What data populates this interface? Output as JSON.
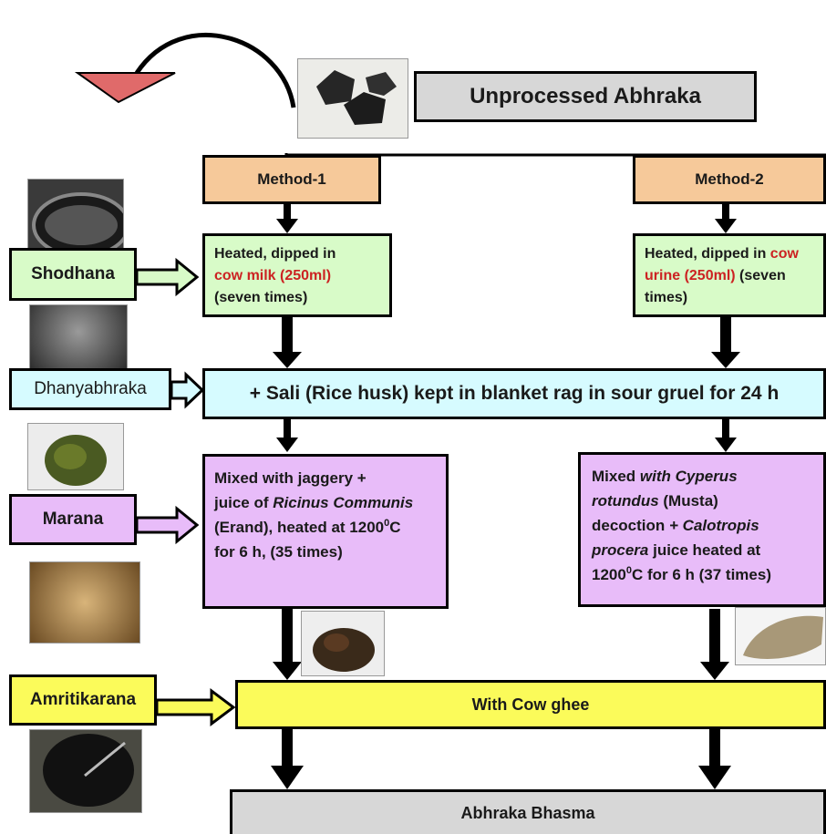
{
  "title": "Unprocessed Abhraka",
  "methods": {
    "m1": "Method-1",
    "m2": "Method-2"
  },
  "stages": {
    "shodhana": "Shodhana",
    "dhanyabhraka": "Dhanyabhraka",
    "marana": "Marana",
    "amritikarana": "Amritikarana"
  },
  "shodhana_m1": {
    "part1": "Heated, dipped in",
    "part2": "cow milk  (250ml)",
    "part3": "(seven times)"
  },
  "shodhana_m2": {
    "part1": "Heated, dipped in ",
    "part2": "cow",
    "part3": "urine (250ml)",
    "part4": " (seven",
    "part5": "times)"
  },
  "dhanyabhraka_step": "+ Sali (Rice husk) kept in blanket rag in sour gruel for 24 h",
  "marana_m1": {
    "l1": "Mixed with  jaggery +",
    "l2a": "juice of ",
    "l2b": "Ricinus Communis",
    "l3a": "(Erand), heated at 1200",
    "l3sup": "0",
    "l3b": "C",
    "l4": "for 6 h, (35 times)"
  },
  "marana_m2": {
    "l1a": "Mixed ",
    "l1b": "with Cyperus",
    "l2a": "rotundus",
    "l2b": " (Musta)",
    "l3a": "decoction ",
    "l3b": "+ Calotropis",
    "l4a": "procera",
    "l4b": " juice heated at",
    "l5a": "1200",
    "l5sup": "0",
    "l5b": "C for 6 h (37 times)"
  },
  "amritikarana_step": "With Cow ghee",
  "result": "Abhraka Bhasma",
  "colors": {
    "method": "#f6c99a",
    "green": "#d8fbc8",
    "cyan": "#d6fbff",
    "purple": "#e8bcf9",
    "yellow": "#fbfb5a",
    "gray": "#d7d7d7",
    "highlight_red": "#cc2222",
    "pointer": "#e06a6a"
  }
}
